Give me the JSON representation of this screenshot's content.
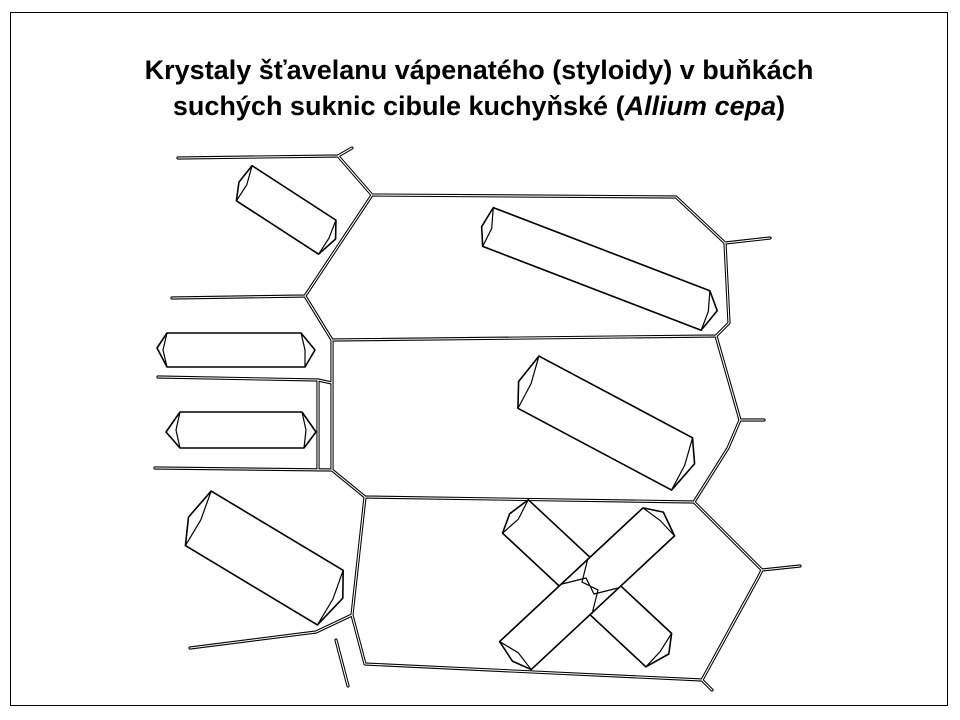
{
  "title": {
    "line1": "Krystaly šťavelanu vápenatého (styloidy) v buňkách",
    "line2_prefix": "suchých suknic cibule kuchyňské (",
    "line2_italic": "Allium cepa",
    "line2_suffix": ")"
  },
  "colors": {
    "ink": "#000000",
    "paper": "#ffffff"
  }
}
